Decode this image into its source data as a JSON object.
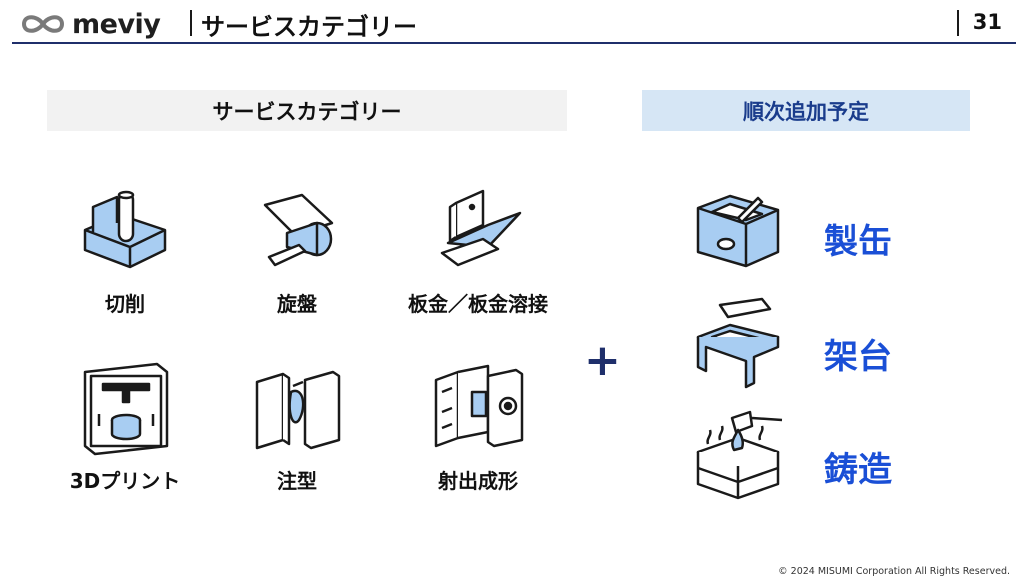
{
  "header": {
    "logo_text": "meviy",
    "title": "サービスカテゴリー",
    "page_number": "31"
  },
  "category_bar": {
    "label": "サービスカテゴリー"
  },
  "plan_bar": {
    "label": "順次追加予定"
  },
  "categories": [
    {
      "label": "切削",
      "icon": "cutting-icon"
    },
    {
      "label": "旋盤",
      "icon": "lathe-icon"
    },
    {
      "label": "板金／板金溶接",
      "icon": "sheet-metal-icon"
    },
    {
      "label": "3Dプリント",
      "icon": "3d-printer-icon"
    },
    {
      "label": "注型",
      "icon": "casting-mold-icon"
    },
    {
      "label": "射出成形",
      "icon": "injection-molding-icon"
    }
  ],
  "plus_sign": "+",
  "planned": [
    {
      "label": "製缶",
      "icon": "can-making-icon"
    },
    {
      "label": "架台",
      "icon": "frame-stand-icon"
    },
    {
      "label": "鋳造",
      "icon": "foundry-icon"
    }
  ],
  "colors": {
    "accent_blue": "#1a4fd6",
    "navy": "#1f2f6b",
    "icon_fill": "#a8cdf2"
  },
  "footer": {
    "copyright": "© 2024 MISUMI Corporation All Rights Reserved."
  }
}
